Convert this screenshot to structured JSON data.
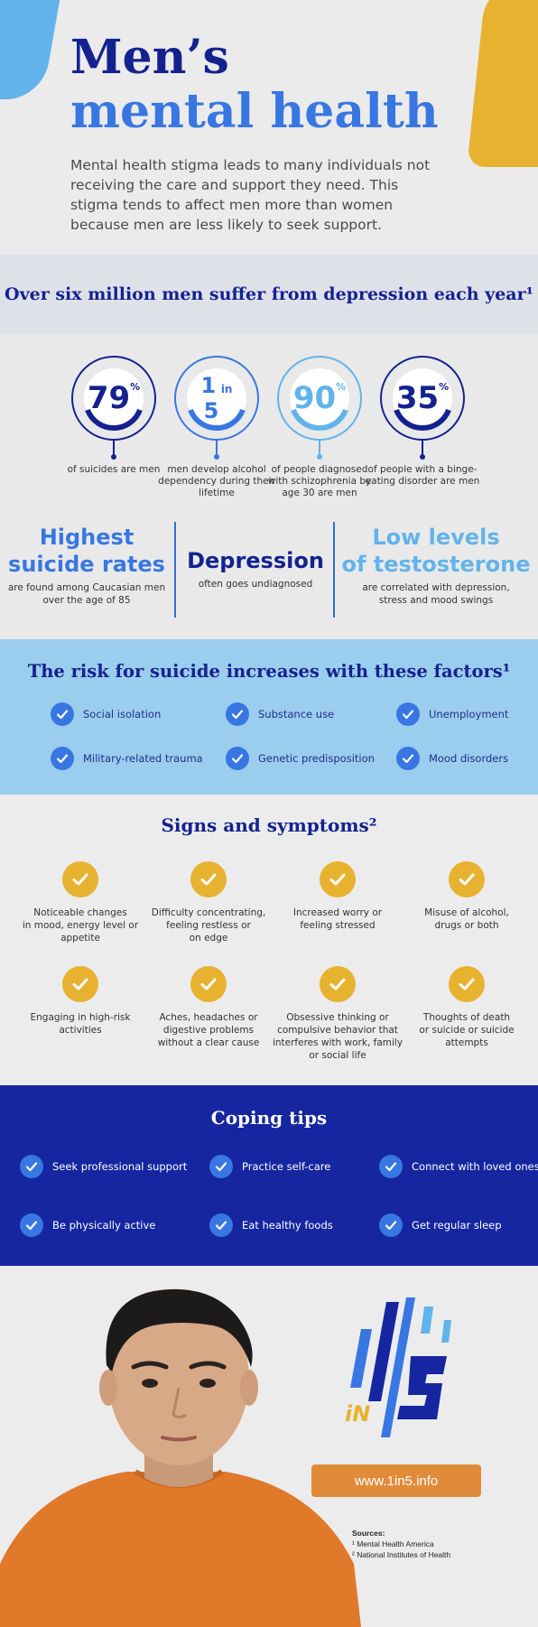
{
  "header": {
    "title_line1": "Men’s",
    "title_line2": "mental health",
    "intro": "Mental health stigma leads to many individuals not receiving the care and support they need. This stigma tends to affect men more than women because men are less likely to seek support."
  },
  "banner": {
    "text": "Over six million men suffer from depression each year¹"
  },
  "stats": [
    {
      "value": "79",
      "suffix": "%",
      "caption": "of suicides are men",
      "color": "#14228f"
    },
    {
      "value_top": "1",
      "value_mid": "in",
      "value_bottom": "5",
      "caption": "men develop alcohol dependency during their lifetime",
      "color": "#3877e2"
    },
    {
      "value": "90",
      "suffix": "%",
      "caption": "of people diagnosed with schizophrenia by age 30 are men",
      "color": "#62b3ea"
    },
    {
      "value": "35",
      "suffix": "%",
      "caption": "of people with a binge-eating disorder are men",
      "color": "#14228f"
    }
  ],
  "highlights": [
    {
      "heading_line1": "Highest",
      "heading_line2": "suicide rates",
      "sub_line1": "are found among Caucasian men",
      "sub_line2": "over the age of 85",
      "color": "#3877e2"
    },
    {
      "heading_line1": "Depression",
      "sub_line1": "often goes undiagnosed",
      "color": "#14228f"
    },
    {
      "heading_line1": "Low levels",
      "heading_line2": "of testosterone",
      "sub_line1": "are correlated with depression,",
      "sub_line2": "stress and mood swings",
      "color": "#62b3ea"
    }
  ],
  "risk": {
    "heading": "The risk for suicide increases with these factors¹",
    "items": [
      "Social isolation",
      "Substance use",
      "Unemployment",
      "Military-related trauma",
      "Genetic predisposition",
      "Mood disorders"
    ]
  },
  "signs": {
    "heading": "Signs and symptoms²",
    "items": [
      [
        "Noticeable changes",
        "in mood, energy level or",
        "appetite"
      ],
      [
        "Difficulty concentrating,",
        "feeling restless or",
        "on edge"
      ],
      [
        "Increased worry or",
        "feeling stressed"
      ],
      [
        "Misuse of alcohol,",
        "drugs or both"
      ],
      [
        "Engaging in high-risk",
        "activities"
      ],
      [
        "Aches, headaches or",
        "digestive problems",
        "without a clear cause"
      ],
      [
        "Obsessive thinking or",
        "compulsive behavior that",
        "interferes with work, family",
        "or social life"
      ],
      [
        "Thoughts of death",
        "or suicide or suicide",
        "attempts"
      ]
    ]
  },
  "coping": {
    "heading": "Coping tips",
    "items": [
      "Seek professional support",
      "Practice self-care",
      "Connect with loved ones",
      "Be physically active",
      "Eat healthy foods",
      "Get regular sleep"
    ]
  },
  "logo": {
    "text": "iN"
  },
  "footer": {
    "url": "www.1in5.info",
    "sources_label": "Sources:",
    "sources": [
      "¹ Mental Health America",
      "² National Institutes of Health"
    ]
  },
  "colors": {
    "navy": "#14228f",
    "blue": "#3877e2",
    "light_blue": "#62b3ea",
    "yellow": "#e8b231",
    "orange": "#e08b3a",
    "coping_bg": "#1526a0",
    "risk_bg": "#9bcdef"
  }
}
